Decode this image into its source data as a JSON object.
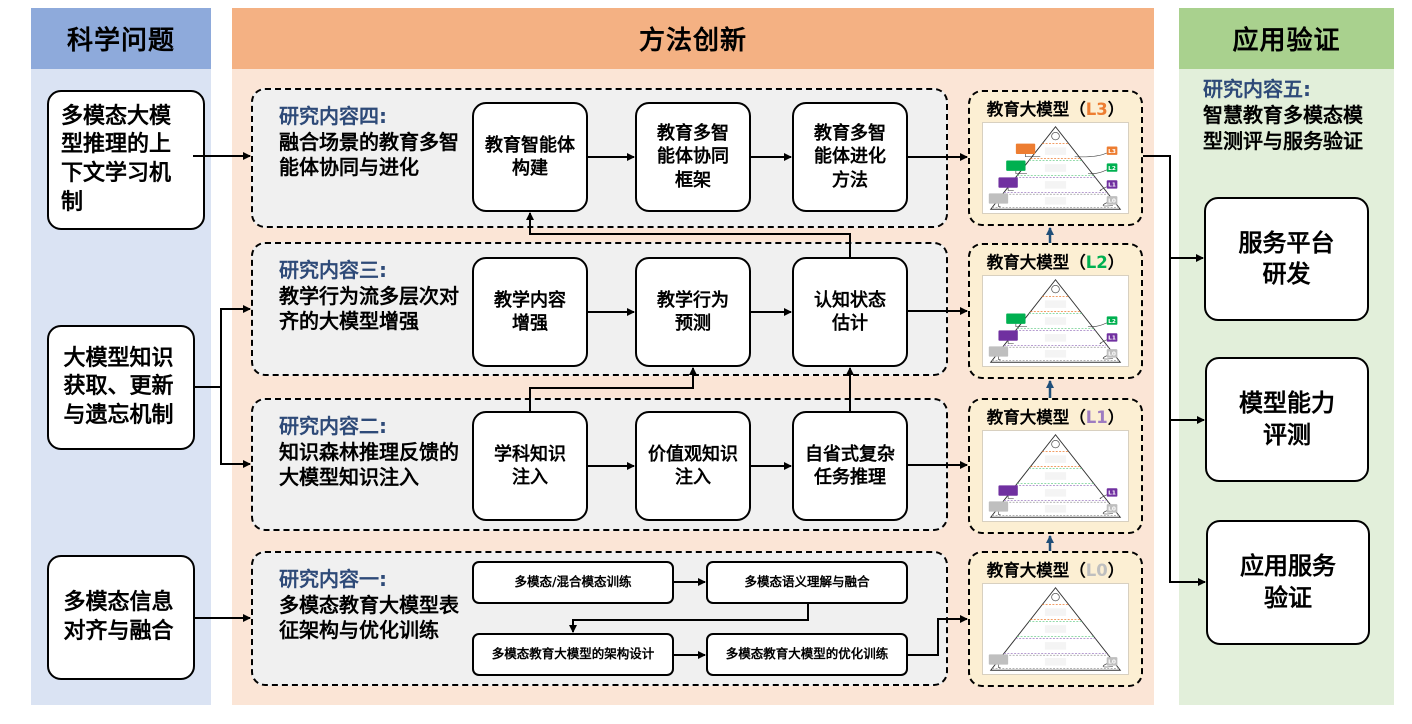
{
  "columns": {
    "left": {
      "title": "科学问题",
      "header_color": "#8eaadb",
      "body_color": "#dae3f3"
    },
    "middle": {
      "title": "方法创新",
      "header_color": "#f4b183",
      "body_color": "#fbe5d6"
    },
    "right": {
      "title": "应用验证",
      "header_color": "#a9d18e",
      "body_color": "#e2efda"
    }
  },
  "scientific_questions": [
    {
      "text": "多模态大模型推理的上下文学习机制"
    },
    {
      "text": "大模型知识获取、更新与遗忘机制"
    },
    {
      "text": "多模态信息对齐与融合"
    }
  ],
  "research_contents": [
    {
      "label": "研究内容四:",
      "title": "融合场景的教育多智能体协同与进化",
      "steps": [
        "教育智能体构建",
        "教育多智能体协同框架",
        "教育多智能体进化方法"
      ]
    },
    {
      "label": "研究内容三:",
      "title": "教学行为流多层次对齐的大模型增强",
      "steps": [
        "教学内容增强",
        "教学行为预测",
        "认知状态估计"
      ]
    },
    {
      "label": "研究内容二:",
      "title": "知识森林推理反馈的大模型知识注入",
      "steps": [
        "学科知识注入",
        "价值观知识注入",
        "自省式复杂任务推理"
      ]
    },
    {
      "label": "研究内容一:",
      "title": "多模态教育大模型表征架构与优化训练",
      "steps": [
        "多模态/混合模态训练",
        "多模态语义理解与融合",
        "多模态教育大模型的架构设计",
        "多模态教育大模型的优化训练"
      ]
    }
  ],
  "models": [
    {
      "title": "教育大模型（",
      "level": "L3",
      "close": "）",
      "level_color": "#ed7d31"
    },
    {
      "title": "教育大模型（",
      "level": "L2",
      "close": "）",
      "level_color": "#00b050"
    },
    {
      "title": "教育大模型（",
      "level": "L1",
      "close": "）",
      "level_color": "#9e7cc1"
    },
    {
      "title": "教育大模型（",
      "level": "L0",
      "close": "）",
      "level_color": "#bfbfbf"
    }
  ],
  "pyramid": {
    "level_tags": [
      "L3",
      "L2",
      "L1",
      "L0"
    ],
    "tag_colors": [
      "#ed7d31",
      "#00b050",
      "#7030a0",
      "#bfbfbf"
    ]
  },
  "application": {
    "label": "研究内容五:",
    "title": "智慧教育多模态模型测评与服务验证",
    "items": [
      "服务平台研发",
      "模型能力评测",
      "应用服务验证"
    ]
  }
}
